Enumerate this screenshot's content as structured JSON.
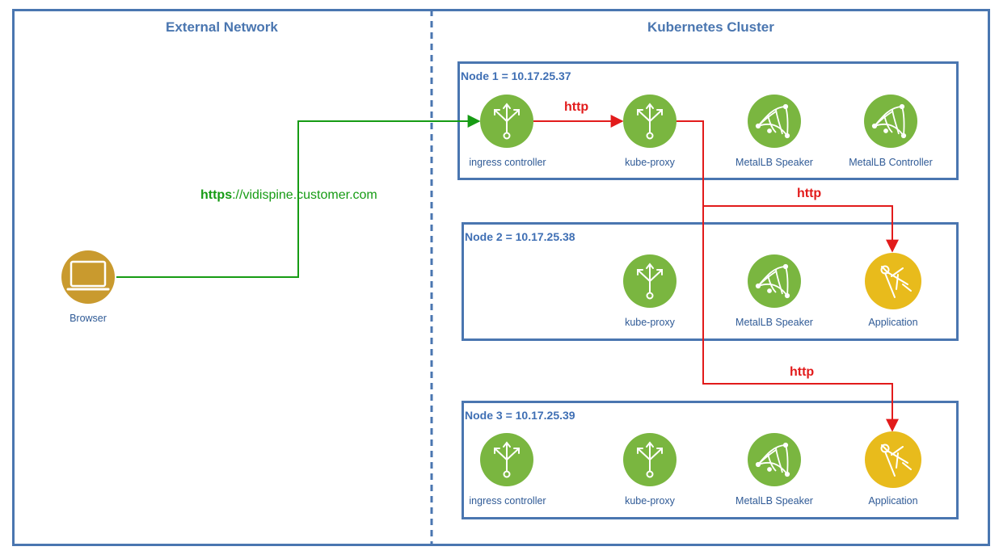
{
  "zones": {
    "external": "External Network",
    "cluster": "Kubernetes Cluster"
  },
  "nodes": [
    {
      "title": "Node 1 = 10.17.25.37",
      "components": [
        {
          "label": "ingress controller",
          "icon": "ingress-icon"
        },
        {
          "label": "kube-proxy",
          "icon": "kube-proxy-icon"
        },
        {
          "label": "MetalLB Speaker",
          "icon": "metallb-icon"
        },
        {
          "label": "MetalLB Controller",
          "icon": "metallb-icon"
        }
      ]
    },
    {
      "title": "Node 2 = 10.17.25.38",
      "components": [
        {
          "label": "kube-proxy",
          "icon": "kube-proxy-icon"
        },
        {
          "label": "MetalLB Speaker",
          "icon": "metallb-icon"
        },
        {
          "label": "Application",
          "icon": "application-icon"
        }
      ]
    },
    {
      "title": "Node 3 = 10.17.25.39",
      "components": [
        {
          "label": "ingress controller",
          "icon": "ingress-icon"
        },
        {
          "label": "kube-proxy",
          "icon": "kube-proxy-icon"
        },
        {
          "label": "MetalLB Speaker",
          "icon": "metallb-icon"
        },
        {
          "label": "Application",
          "icon": "application-icon"
        }
      ]
    }
  ],
  "browser": {
    "label": "Browser",
    "icon": "monitor-icon"
  },
  "url": {
    "scheme": "https",
    "rest": "://vidispine.customer.com"
  },
  "http_labels": [
    "http",
    "http",
    "http"
  ],
  "colors": {
    "border": "#4a76b0",
    "green_icon": "#7ab640",
    "yellow_icon": "#e8bb1c",
    "browser_icon": "#c99a2e",
    "https_line": "#169b14",
    "http_line": "#e21b1b"
  }
}
